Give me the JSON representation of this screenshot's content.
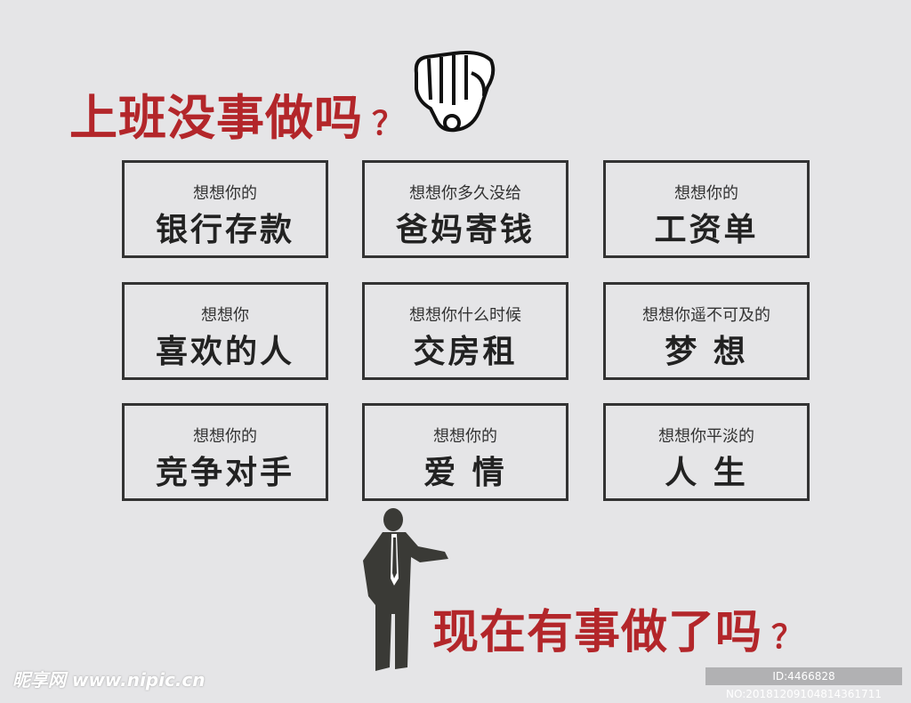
{
  "header": {
    "title": "上班没事做吗",
    "question": "？",
    "hand_icon": "pointing-finger-icon"
  },
  "cards": [
    {
      "small": "想想你的",
      "big": "银行存款"
    },
    {
      "small": "想想你多久没给",
      "big": "爸妈寄钱"
    },
    {
      "small": "想想你的",
      "big": "工资单"
    },
    {
      "small": "想想你",
      "big": "喜欢的人"
    },
    {
      "small": "想想你什么时候",
      "big": "交房租"
    },
    {
      "small": "想想你遥不可及的",
      "big": "梦 想"
    },
    {
      "small": "想想你的",
      "big": "竞争对手"
    },
    {
      "small": "想想你的",
      "big": "爱 情"
    },
    {
      "small": "想想你平淡的",
      "big": "人 生"
    }
  ],
  "footer": {
    "title": "现在有事做了吗",
    "question": "？",
    "figure": "businessman-silhouette-icon"
  },
  "watermark": {
    "text": "昵享网 www.nipic.cn",
    "id": "ID:4466828 NO:20181209104814361711"
  },
  "colors": {
    "accent": "#b3262a",
    "background": "#e5e5e7",
    "border": "#333333"
  }
}
